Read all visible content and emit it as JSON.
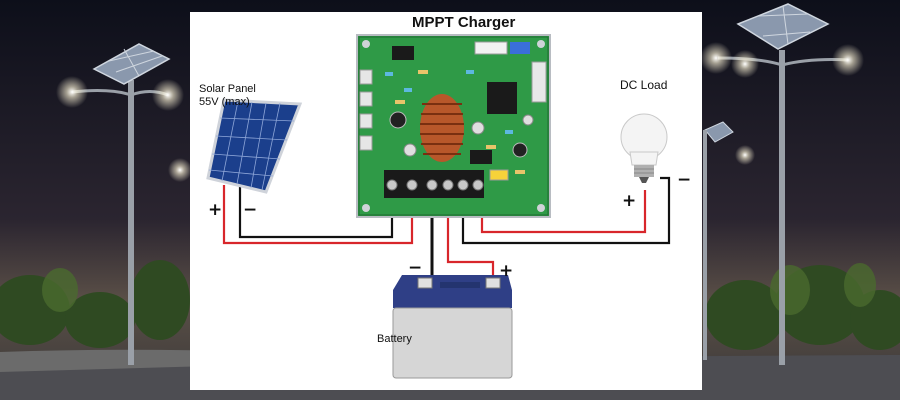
{
  "title": "MPPT Charger",
  "solar_panel": {
    "line1": "Solar Panel",
    "line2": "55V (max)"
  },
  "dc_load": "DC Load",
  "battery": "Battery",
  "polarity": {
    "solar_plus": "+",
    "solar_minus": "−",
    "battery_minus": "−",
    "battery_plus": "+",
    "load_plus": "+",
    "load_minus": "−"
  },
  "colors": {
    "positive_wire": "#d8262b",
    "negative_wire": "#111111",
    "pcb": "#2f9a47",
    "background": "#ffffff"
  }
}
